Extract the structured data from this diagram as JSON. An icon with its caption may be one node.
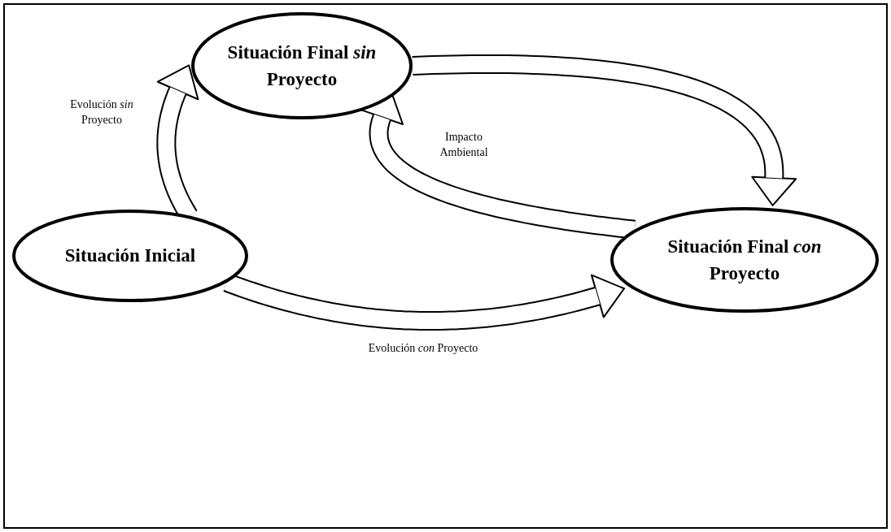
{
  "diagram": {
    "nodes": [
      {
        "text": [
          "Situación Final *sin* Proyecto"
        ]
      },
      {
        "text": [
          "Situación Inicial"
        ]
      },
      {
        "text": [
          "Situación Final *con* Proyecto"
        ]
      }
    ],
    "edges": [
      {
        "from": 1,
        "to": 0,
        "arrow": "to",
        "label": "Evolución *sin* Proyecto"
      },
      {
        "from": 1,
        "to": 2,
        "arrow": "to",
        "label": "Evolución *con* Proyecto"
      },
      {
        "from": 2,
        "to": 0,
        "arrow": "to",
        "label": "Impacto Ambiental"
      },
      {
        "from": 0,
        "to": 2,
        "arrow": "to"
      }
    ]
  }
}
